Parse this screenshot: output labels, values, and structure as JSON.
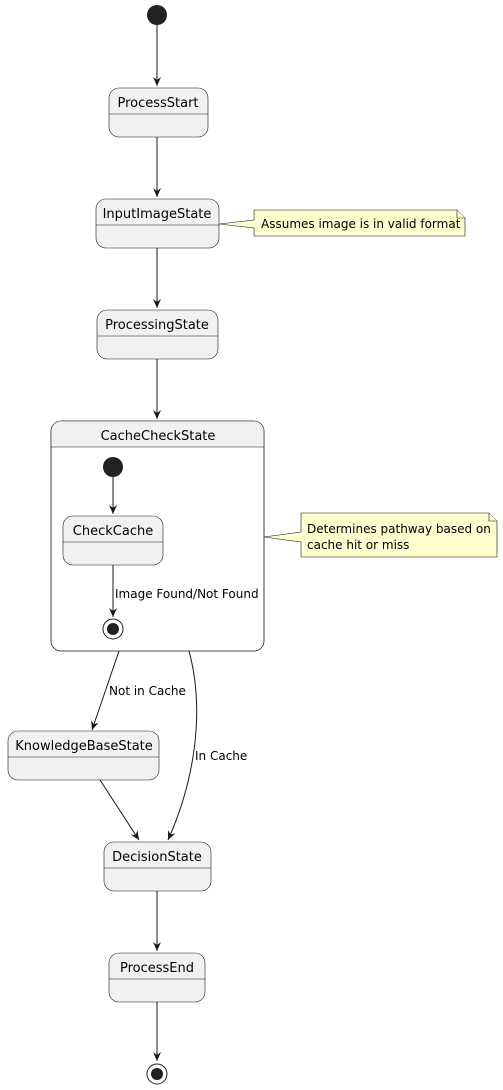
{
  "diagram": {
    "states": {
      "process_start": "ProcessStart",
      "input_image": "InputImageState",
      "processing": "ProcessingState",
      "cache_check": "CacheCheckState",
      "check_cache": "CheckCache",
      "knowledge_base": "KnowledgeBaseState",
      "decision": "DecisionState",
      "process_end": "ProcessEnd"
    },
    "transitions": {
      "image_found": "Image Found/Not Found",
      "not_in_cache": "Not in Cache",
      "in_cache": "In Cache"
    },
    "notes": {
      "input_note": "Assumes image is in valid format",
      "cache_note_line1": "Determines pathway based on",
      "cache_note_line2": "cache hit or miss"
    },
    "colors": {
      "state_fill": "#f1f1f1",
      "note_fill": "#fefece",
      "line": "#181818",
      "dot": "#222222"
    }
  }
}
